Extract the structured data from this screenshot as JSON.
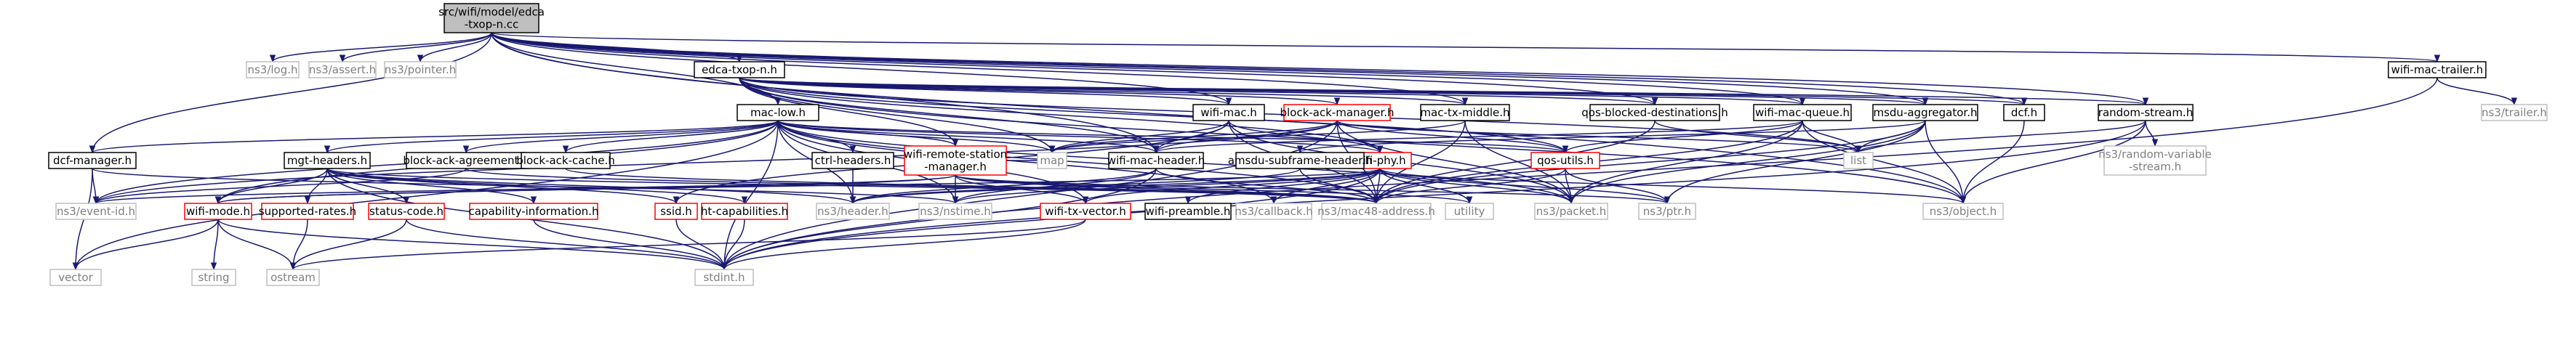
{
  "graph": {
    "root": "n0",
    "colors": {
      "edge": "#191970",
      "root_fill": "#bfbfbf",
      "documented_border": "#000000",
      "undocumented_border": "#ff0000",
      "external_border": "#bfbfbf",
      "external_text": "#7f7f7f",
      "text": "#000000"
    },
    "nodes": [
      {
        "id": "n0",
        "lines": [
          "src/wifi/model/edca",
          "-txop-n.cc"
        ],
        "style": "root"
      },
      {
        "id": "n1",
        "lines": [
          "ns3/log.h"
        ],
        "style": "external"
      },
      {
        "id": "n2",
        "lines": [
          "ns3/assert.h"
        ],
        "style": "external"
      },
      {
        "id": "n3",
        "lines": [
          "ns3/pointer.h"
        ],
        "style": "external"
      },
      {
        "id": "n4",
        "lines": [
          "edca-txop-n.h"
        ],
        "style": "documented"
      },
      {
        "id": "n5",
        "lines": [
          "mac-low.h"
        ],
        "style": "documented"
      },
      {
        "id": "n6",
        "lines": [
          "wifi-mac.h"
        ],
        "style": "documented"
      },
      {
        "id": "n7",
        "lines": [
          "block-ack-manager.h"
        ],
        "style": "undocumented"
      },
      {
        "id": "n8",
        "lines": [
          "mac-tx-middle.h"
        ],
        "style": "documented"
      },
      {
        "id": "n9",
        "lines": [
          "qos-blocked-destinations.h"
        ],
        "style": "documented"
      },
      {
        "id": "n10",
        "lines": [
          "wifi-mac-queue.h"
        ],
        "style": "documented"
      },
      {
        "id": "n11",
        "lines": [
          "msdu-aggregator.h"
        ],
        "style": "documented"
      },
      {
        "id": "n12",
        "lines": [
          "dcf.h"
        ],
        "style": "documented"
      },
      {
        "id": "n13",
        "lines": [
          "random-stream.h"
        ],
        "style": "documented"
      },
      {
        "id": "n14",
        "lines": [
          "wifi-mac-trailer.h"
        ],
        "style": "documented"
      },
      {
        "id": "n15",
        "lines": [
          "ns3/trailer.h"
        ],
        "style": "external"
      },
      {
        "id": "n16",
        "lines": [
          "dcf-manager.h"
        ],
        "style": "documented"
      },
      {
        "id": "n17",
        "lines": [
          "mgt-headers.h"
        ],
        "style": "documented"
      },
      {
        "id": "n18",
        "lines": [
          "block-ack-agreement.h"
        ],
        "style": "documented"
      },
      {
        "id": "n19",
        "lines": [
          "block-ack-cache.h"
        ],
        "style": "documented"
      },
      {
        "id": "n20",
        "lines": [
          "ctrl-headers.h"
        ],
        "style": "documented"
      },
      {
        "id": "n21",
        "lines": [
          "wifi-remote-station",
          "-manager.h"
        ],
        "style": "undocumented"
      },
      {
        "id": "n22",
        "lines": [
          "map"
        ],
        "style": "external"
      },
      {
        "id": "n23",
        "lines": [
          "wifi-mac-header.h"
        ],
        "style": "documented"
      },
      {
        "id": "n24",
        "lines": [
          "wifi-phy.h"
        ],
        "style": "undocumented"
      },
      {
        "id": "n25",
        "lines": [
          "qos-utils.h"
        ],
        "style": "undocumented"
      },
      {
        "id": "n26",
        "lines": [
          "amsdu-subframe-header.h"
        ],
        "style": "documented"
      },
      {
        "id": "n27",
        "lines": [
          "list"
        ],
        "style": "external"
      },
      {
        "id": "n28",
        "lines": [
          "ns3/random-variable",
          "-stream.h"
        ],
        "style": "external"
      },
      {
        "id": "n29",
        "lines": [
          "ns3/event-id.h"
        ],
        "style": "external"
      },
      {
        "id": "n30",
        "lines": [
          "wifi-mode.h"
        ],
        "style": "undocumented"
      },
      {
        "id": "n31",
        "lines": [
          "supported-rates.h"
        ],
        "style": "undocumented"
      },
      {
        "id": "n32",
        "lines": [
          "status-code.h"
        ],
        "style": "undocumented"
      },
      {
        "id": "n33",
        "lines": [
          "capability-information.h"
        ],
        "style": "undocumented"
      },
      {
        "id": "n34",
        "lines": [
          "ssid.h"
        ],
        "style": "undocumented"
      },
      {
        "id": "n35",
        "lines": [
          "ht-capabilities.h"
        ],
        "style": "undocumented"
      },
      {
        "id": "n36",
        "lines": [
          "ns3/header.h"
        ],
        "style": "external"
      },
      {
        "id": "n37",
        "lines": [
          "ns3/nstime.h"
        ],
        "style": "external"
      },
      {
        "id": "n38",
        "lines": [
          "wifi-tx-vector.h"
        ],
        "style": "undocumented"
      },
      {
        "id": "n39",
        "lines": [
          "wifi-preamble.h"
        ],
        "style": "documented"
      },
      {
        "id": "n40",
        "lines": [
          "ns3/callback.h"
        ],
        "style": "external"
      },
      {
        "id": "n41",
        "lines": [
          "ns3/mac48-address.h"
        ],
        "style": "external"
      },
      {
        "id": "n42",
        "lines": [
          "utility"
        ],
        "style": "external"
      },
      {
        "id": "n43",
        "lines": [
          "ns3/packet.h"
        ],
        "style": "external"
      },
      {
        "id": "n44",
        "lines": [
          "ns3/ptr.h"
        ],
        "style": "external"
      },
      {
        "id": "n45",
        "lines": [
          "ns3/object.h"
        ],
        "style": "external"
      },
      {
        "id": "n46",
        "lines": [
          "vector"
        ],
        "style": "external"
      },
      {
        "id": "n47",
        "lines": [
          "string"
        ],
        "style": "external"
      },
      {
        "id": "n48",
        "lines": [
          "ostream"
        ],
        "style": "external"
      },
      {
        "id": "n49",
        "lines": [
          "stdint.h"
        ],
        "style": "external"
      }
    ],
    "edges": [
      [
        "n0",
        "n1"
      ],
      [
        "n0",
        "n2"
      ],
      [
        "n0",
        "n3"
      ],
      [
        "n0",
        "n4"
      ],
      [
        "n0",
        "n5"
      ],
      [
        "n0",
        "n6"
      ],
      [
        "n0",
        "n8"
      ],
      [
        "n0",
        "n9"
      ],
      [
        "n0",
        "n10"
      ],
      [
        "n0",
        "n11"
      ],
      [
        "n0",
        "n12"
      ],
      [
        "n0",
        "n13"
      ],
      [
        "n0",
        "n14"
      ],
      [
        "n0",
        "n16"
      ],
      [
        "n0",
        "n23"
      ],
      [
        "n0",
        "n45"
      ],
      [
        "n4",
        "n5"
      ],
      [
        "n4",
        "n6"
      ],
      [
        "n4",
        "n7"
      ],
      [
        "n4",
        "n8"
      ],
      [
        "n4",
        "n9"
      ],
      [
        "n4",
        "n10"
      ],
      [
        "n4",
        "n11"
      ],
      [
        "n4",
        "n12"
      ],
      [
        "n4",
        "n13"
      ],
      [
        "n4",
        "n21"
      ],
      [
        "n4",
        "n22"
      ],
      [
        "n4",
        "n23"
      ],
      [
        "n4",
        "n24"
      ],
      [
        "n4",
        "n25"
      ],
      [
        "n4",
        "n27"
      ],
      [
        "n4",
        "n45"
      ],
      [
        "n5",
        "n16"
      ],
      [
        "n5",
        "n17"
      ],
      [
        "n5",
        "n18"
      ],
      [
        "n5",
        "n19"
      ],
      [
        "n5",
        "n20"
      ],
      [
        "n5",
        "n21"
      ],
      [
        "n5",
        "n22"
      ],
      [
        "n5",
        "n23"
      ],
      [
        "n5",
        "n24"
      ],
      [
        "n5",
        "n25"
      ],
      [
        "n5",
        "n29"
      ],
      [
        "n5",
        "n30"
      ],
      [
        "n5",
        "n36"
      ],
      [
        "n5",
        "n37"
      ],
      [
        "n5",
        "n38"
      ],
      [
        "n5",
        "n40"
      ],
      [
        "n5",
        "n41"
      ],
      [
        "n5",
        "n43"
      ],
      [
        "n5",
        "n46"
      ],
      [
        "n5",
        "n49"
      ],
      [
        "n6",
        "n22"
      ],
      [
        "n6",
        "n23"
      ],
      [
        "n6",
        "n24"
      ],
      [
        "n6",
        "n34"
      ],
      [
        "n6",
        "n41"
      ],
      [
        "n6",
        "n43"
      ],
      [
        "n7",
        "n22"
      ],
      [
        "n7",
        "n23"
      ],
      [
        "n7",
        "n25"
      ],
      [
        "n7",
        "n27"
      ],
      [
        "n7",
        "n29"
      ],
      [
        "n7",
        "n41"
      ],
      [
        "n7",
        "n43"
      ],
      [
        "n7",
        "n49"
      ],
      [
        "n8",
        "n22"
      ],
      [
        "n8",
        "n41"
      ],
      [
        "n8",
        "n43"
      ],
      [
        "n9",
        "n27"
      ],
      [
        "n9",
        "n41"
      ],
      [
        "n10",
        "n23"
      ],
      [
        "n10",
        "n25"
      ],
      [
        "n10",
        "n27"
      ],
      [
        "n10",
        "n41"
      ],
      [
        "n10",
        "n43"
      ],
      [
        "n10",
        "n45"
      ],
      [
        "n11",
        "n26"
      ],
      [
        "n11",
        "n27"
      ],
      [
        "n11",
        "n41"
      ],
      [
        "n11",
        "n43"
      ],
      [
        "n11",
        "n44"
      ],
      [
        "n11",
        "n45"
      ],
      [
        "n12",
        "n45"
      ],
      [
        "n13",
        "n27"
      ],
      [
        "n13",
        "n28"
      ],
      [
        "n13",
        "n45"
      ],
      [
        "n13",
        "n49"
      ],
      [
        "n14",
        "n15"
      ],
      [
        "n14",
        "n49"
      ],
      [
        "n16",
        "n29"
      ],
      [
        "n16",
        "n37"
      ],
      [
        "n16",
        "n46"
      ],
      [
        "n17",
        "n31"
      ],
      [
        "n17",
        "n32"
      ],
      [
        "n17",
        "n33"
      ],
      [
        "n17",
        "n34"
      ],
      [
        "n17",
        "n35"
      ],
      [
        "n17",
        "n36"
      ],
      [
        "n17",
        "n41"
      ],
      [
        "n17",
        "n30"
      ],
      [
        "n17",
        "n49"
      ],
      [
        "n18",
        "n41"
      ],
      [
        "n18",
        "n29"
      ],
      [
        "n19",
        "n41"
      ],
      [
        "n20",
        "n36"
      ],
      [
        "n21",
        "n22"
      ],
      [
        "n21",
        "n30"
      ],
      [
        "n21",
        "n38"
      ],
      [
        "n21",
        "n41"
      ],
      [
        "n21",
        "n42"
      ],
      [
        "n21",
        "n37"
      ],
      [
        "n21",
        "n29"
      ],
      [
        "n21",
        "n44"
      ],
      [
        "n23",
        "n36"
      ],
      [
        "n23",
        "n37"
      ],
      [
        "n23",
        "n41"
      ],
      [
        "n23",
        "n49"
      ],
      [
        "n24",
        "n30"
      ],
      [
        "n24",
        "n36"
      ],
      [
        "n24",
        "n38"
      ],
      [
        "n24",
        "n39"
      ],
      [
        "n24",
        "n40"
      ],
      [
        "n24",
        "n41"
      ],
      [
        "n24",
        "n43"
      ],
      [
        "n24",
        "n44"
      ],
      [
        "n24",
        "n45"
      ],
      [
        "n24",
        "n42"
      ],
      [
        "n24",
        "n37"
      ],
      [
        "n24",
        "n49"
      ],
      [
        "n25",
        "n41"
      ],
      [
        "n25",
        "n43"
      ],
      [
        "n25",
        "n44"
      ],
      [
        "n26",
        "n36"
      ],
      [
        "n26",
        "n41"
      ],
      [
        "n30",
        "n46"
      ],
      [
        "n30",
        "n47"
      ],
      [
        "n30",
        "n48"
      ],
      [
        "n30",
        "n49"
      ],
      [
        "n31",
        "n48"
      ],
      [
        "n32",
        "n48"
      ],
      [
        "n32",
        "n49"
      ],
      [
        "n33",
        "n49"
      ],
      [
        "n34",
        "n49"
      ],
      [
        "n35",
        "n49"
      ],
      [
        "n38",
        "n48"
      ],
      [
        "n38",
        "n49"
      ]
    ]
  }
}
